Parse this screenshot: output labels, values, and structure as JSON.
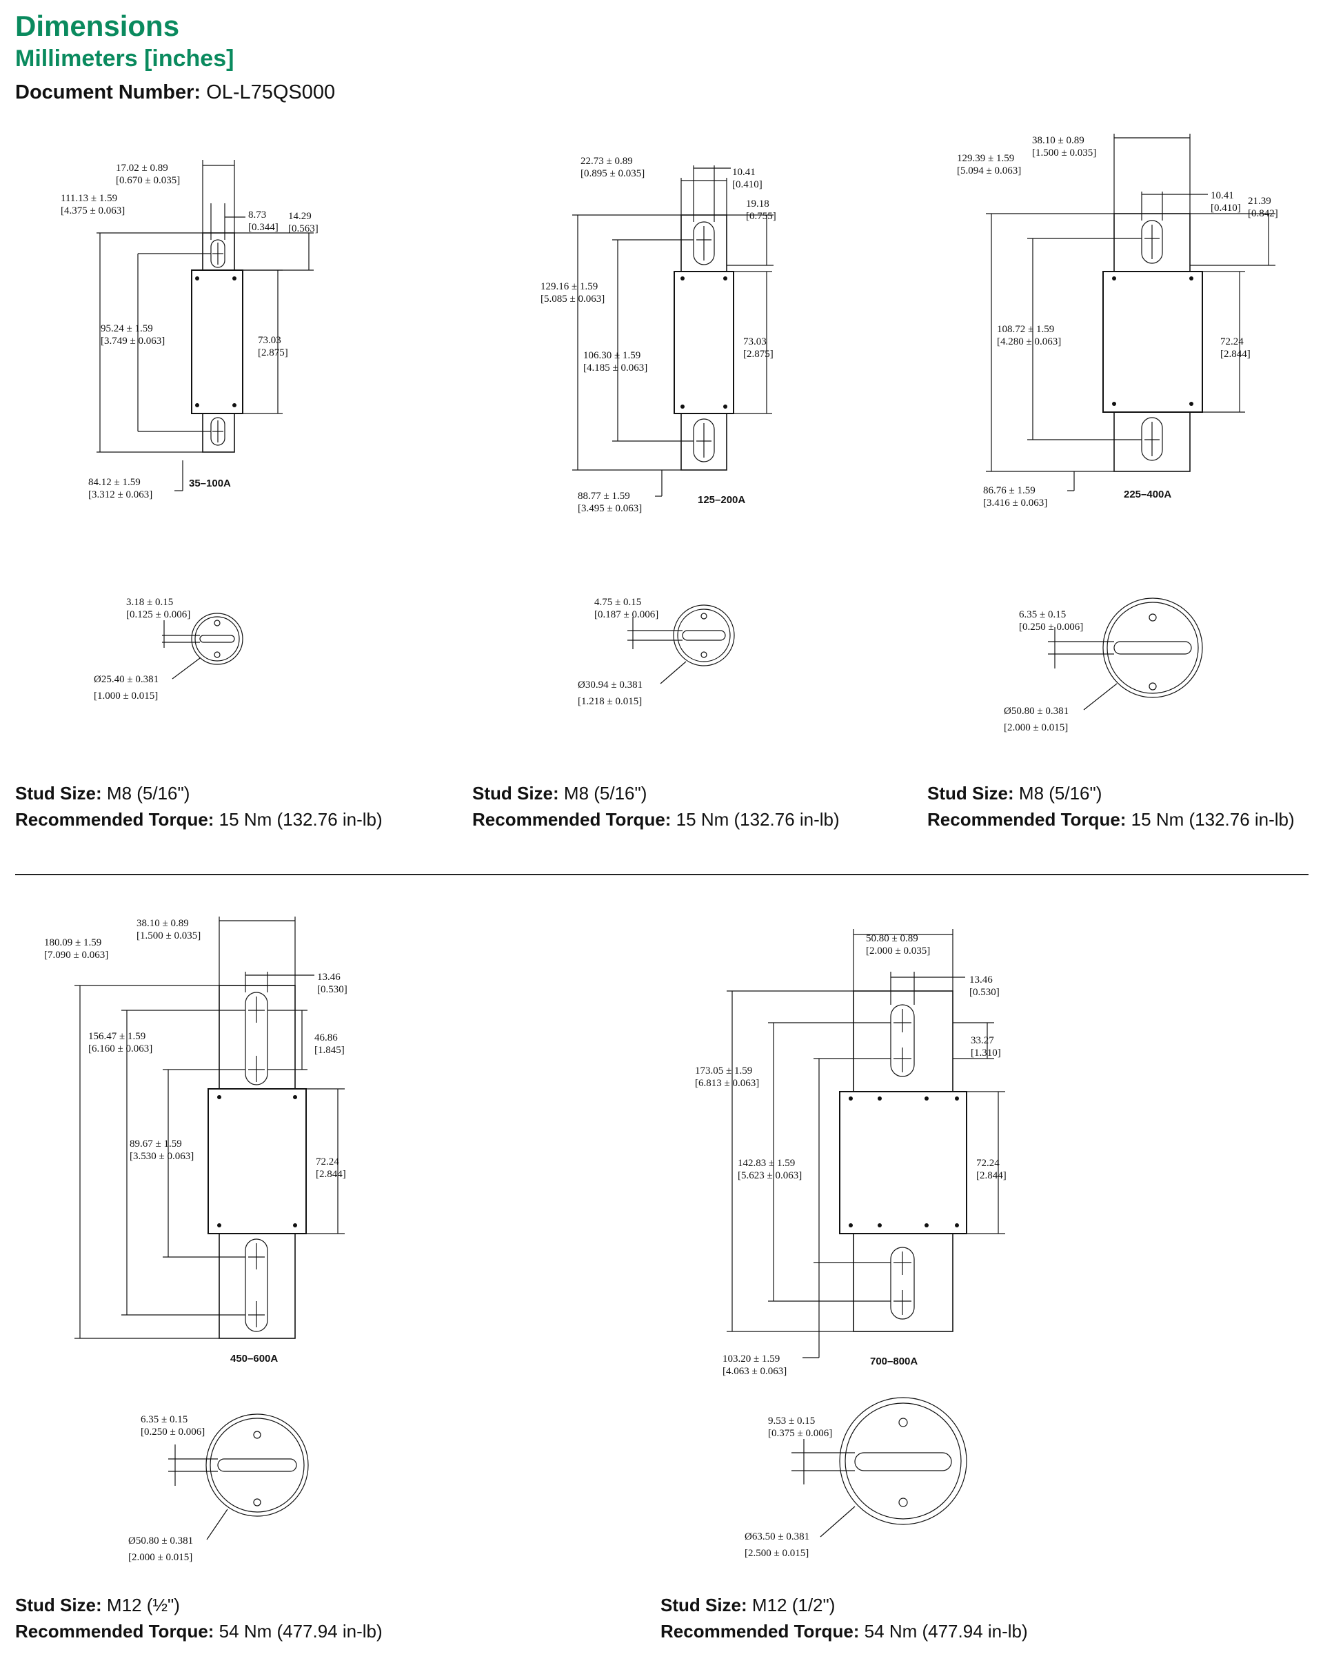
{
  "header": {
    "title": "Dimensions",
    "subtitle": "Millimeters [inches]",
    "doc_label": "Document Number:",
    "doc_value": "OL-L75QS000"
  },
  "fuses": [
    {
      "rating": "35–100A",
      "dims": {
        "width": "17.02 ± 0.89",
        "width_in": "[0.670 ± 0.035]",
        "overall": "111.13 ± 1.59",
        "overall_in": "[4.375 ± 0.063]",
        "slot_w": "8.73",
        "slot_w_in": "[0.344]",
        "tab_h": "14.29",
        "tab_h_in": "[0.563]",
        "slot_span": "95.24 ± 1.59",
        "slot_span_in": "[3.749 ± 0.063]",
        "body": "73.03",
        "body_in": "[2.875]",
        "lower": "84.12 ± 1.59",
        "lower_in": "[3.312 ± 0.063]"
      },
      "end_view": {
        "slot": "3.18 ± 0.15",
        "slot_in": "[0.125 ± 0.006]",
        "dia": "Ø25.40 ± 0.381",
        "dia_in": "[1.000 ± 0.015]"
      },
      "stud_label": "Stud Size:",
      "stud_value": "M8 (5/16\")",
      "torque_label": "Recommended Torque:",
      "torque_value": "15 Nm (132.76 in-lb)"
    },
    {
      "rating": "125–200A",
      "dims": {
        "width": "22.73 ± 0.89",
        "width_in": "[0.895 ± 0.035]",
        "slot_w": "10.41",
        "slot_w_in": "[0.410]",
        "tab_h": "19.18",
        "tab_h_in": "[0.755]",
        "overall": "129.16 ± 1.59",
        "overall_in": "[5.085 ± 0.063]",
        "slot_span": "106.30 ± 1.59",
        "slot_span_in": "[4.185 ± 0.063]",
        "body": "73.03",
        "body_in": "[2.875]",
        "lower": "88.77 ± 1.59",
        "lower_in": "[3.495 ± 0.063]"
      },
      "end_view": {
        "slot": "4.75 ± 0.15",
        "slot_in": "[0.187 ± 0.006]",
        "dia": "Ø30.94 ± 0.381",
        "dia_in": "[1.218 ± 0.015]"
      },
      "stud_label": "Stud Size:",
      "stud_value": "M8 (5/16\")",
      "torque_label": "Recommended Torque:",
      "torque_value": "15 Nm (132.76 in-lb)"
    },
    {
      "rating": "225–400A",
      "dims": {
        "width": "38.10 ± 0.89",
        "width_in": "[1.500 ± 0.035]",
        "overall": "129.39 ± 1.59",
        "overall_in": "[5.094 ± 0.063]",
        "slot_w": "10.41",
        "slot_w_in": "[0.410]",
        "tab_h": "21.39",
        "tab_h_in": "[0.842]",
        "slot_span": "108.72 ± 1.59",
        "slot_span_in": "[4.280 ± 0.063]",
        "body": "72.24",
        "body_in": "[2.844]",
        "lower": "86.76 ± 1.59",
        "lower_in": "[3.416 ± 0.063]"
      },
      "end_view": {
        "slot": "6.35 ± 0.15",
        "slot_in": "[0.250 ± 0.006]",
        "dia": "Ø50.80 ± 0.381",
        "dia_in": "[2.000 ± 0.015]"
      },
      "stud_label": "Stud Size:",
      "stud_value": "M8 (5/16\")",
      "torque_label": "Recommended Torque:",
      "torque_value": "15 Nm (132.76 in-lb)"
    },
    {
      "rating": "450–600A",
      "dims": {
        "width": "38.10 ± 0.89",
        "width_in": "[1.500 ± 0.035]",
        "overall": "180.09 ± 1.59",
        "overall_in": "[7.090 ± 0.063]",
        "slot_w": "13.46",
        "slot_w_in": "[0.530]",
        "tab_h": "46.86",
        "tab_h_in": "[1.845]",
        "slot_span": "156.47 ± 1.59",
        "slot_span_in": "[6.160 ± 0.063]",
        "lower": "89.67 ± 1.59",
        "lower_in": "[3.530 ± 0.063]",
        "body": "72.24",
        "body_in": "[2.844]"
      },
      "end_view": {
        "slot": "6.35 ± 0.15",
        "slot_in": "[0.250 ± 0.006]",
        "dia": "Ø50.80 ± 0.381",
        "dia_in": "[2.000 ± 0.015]"
      },
      "stud_label": "Stud Size:",
      "stud_value": "M12 (½\")",
      "torque_label": "Recommended Torque:",
      "torque_value": "54 Nm (477.94 in-lb)"
    },
    {
      "rating": "700–800A",
      "dims": {
        "width": "50.80 ± 0.89",
        "width_in": "[2.000 ± 0.035]",
        "slot_w": "13.46",
        "slot_w_in": "[0.530]",
        "tab_h": "33.27",
        "tab_h_in": "[1.310]",
        "overall": "173.05 ± 1.59",
        "overall_in": "[6.813 ± 0.063]",
        "slot_span": "142.83 ± 1.59",
        "slot_span_in": "[5.623 ± 0.063]",
        "body": "72.24",
        "body_in": "[2.844]",
        "lower": "103.20 ± 1.59",
        "lower_in": "[4.063 ± 0.063]"
      },
      "end_view": {
        "slot": "9.53 ± 0.15",
        "slot_in": "[0.375 ± 0.006]",
        "dia": "Ø63.50 ± 0.381",
        "dia_in": "[2.500 ± 0.015]"
      },
      "stud_label": "Stud Size:",
      "stud_value": "M12 (1/2\")",
      "torque_label": "Recommended Torque:",
      "torque_value": "54 Nm (477.94 in-lb)"
    }
  ]
}
